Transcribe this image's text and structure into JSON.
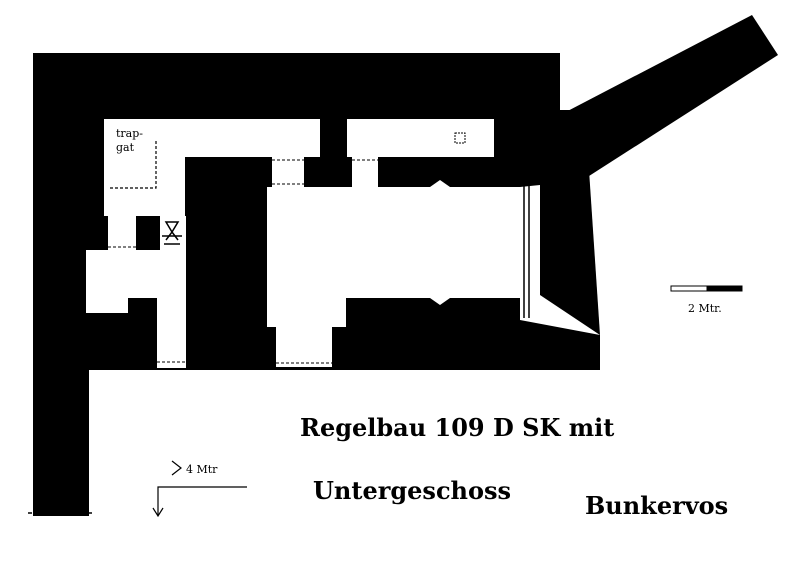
{
  "diagram": {
    "title_line1": "Regelbau 109 D  SK  mit",
    "title_line2": "Untergeschoss",
    "author": "Bunkervos",
    "room_label_line1": "trap-",
    "room_label_line2": "gat",
    "scale_label": "2 Mtr.",
    "level_label": "4 Mtr",
    "colors": {
      "wall": "#000000",
      "room": "#ffffff"
    }
  }
}
